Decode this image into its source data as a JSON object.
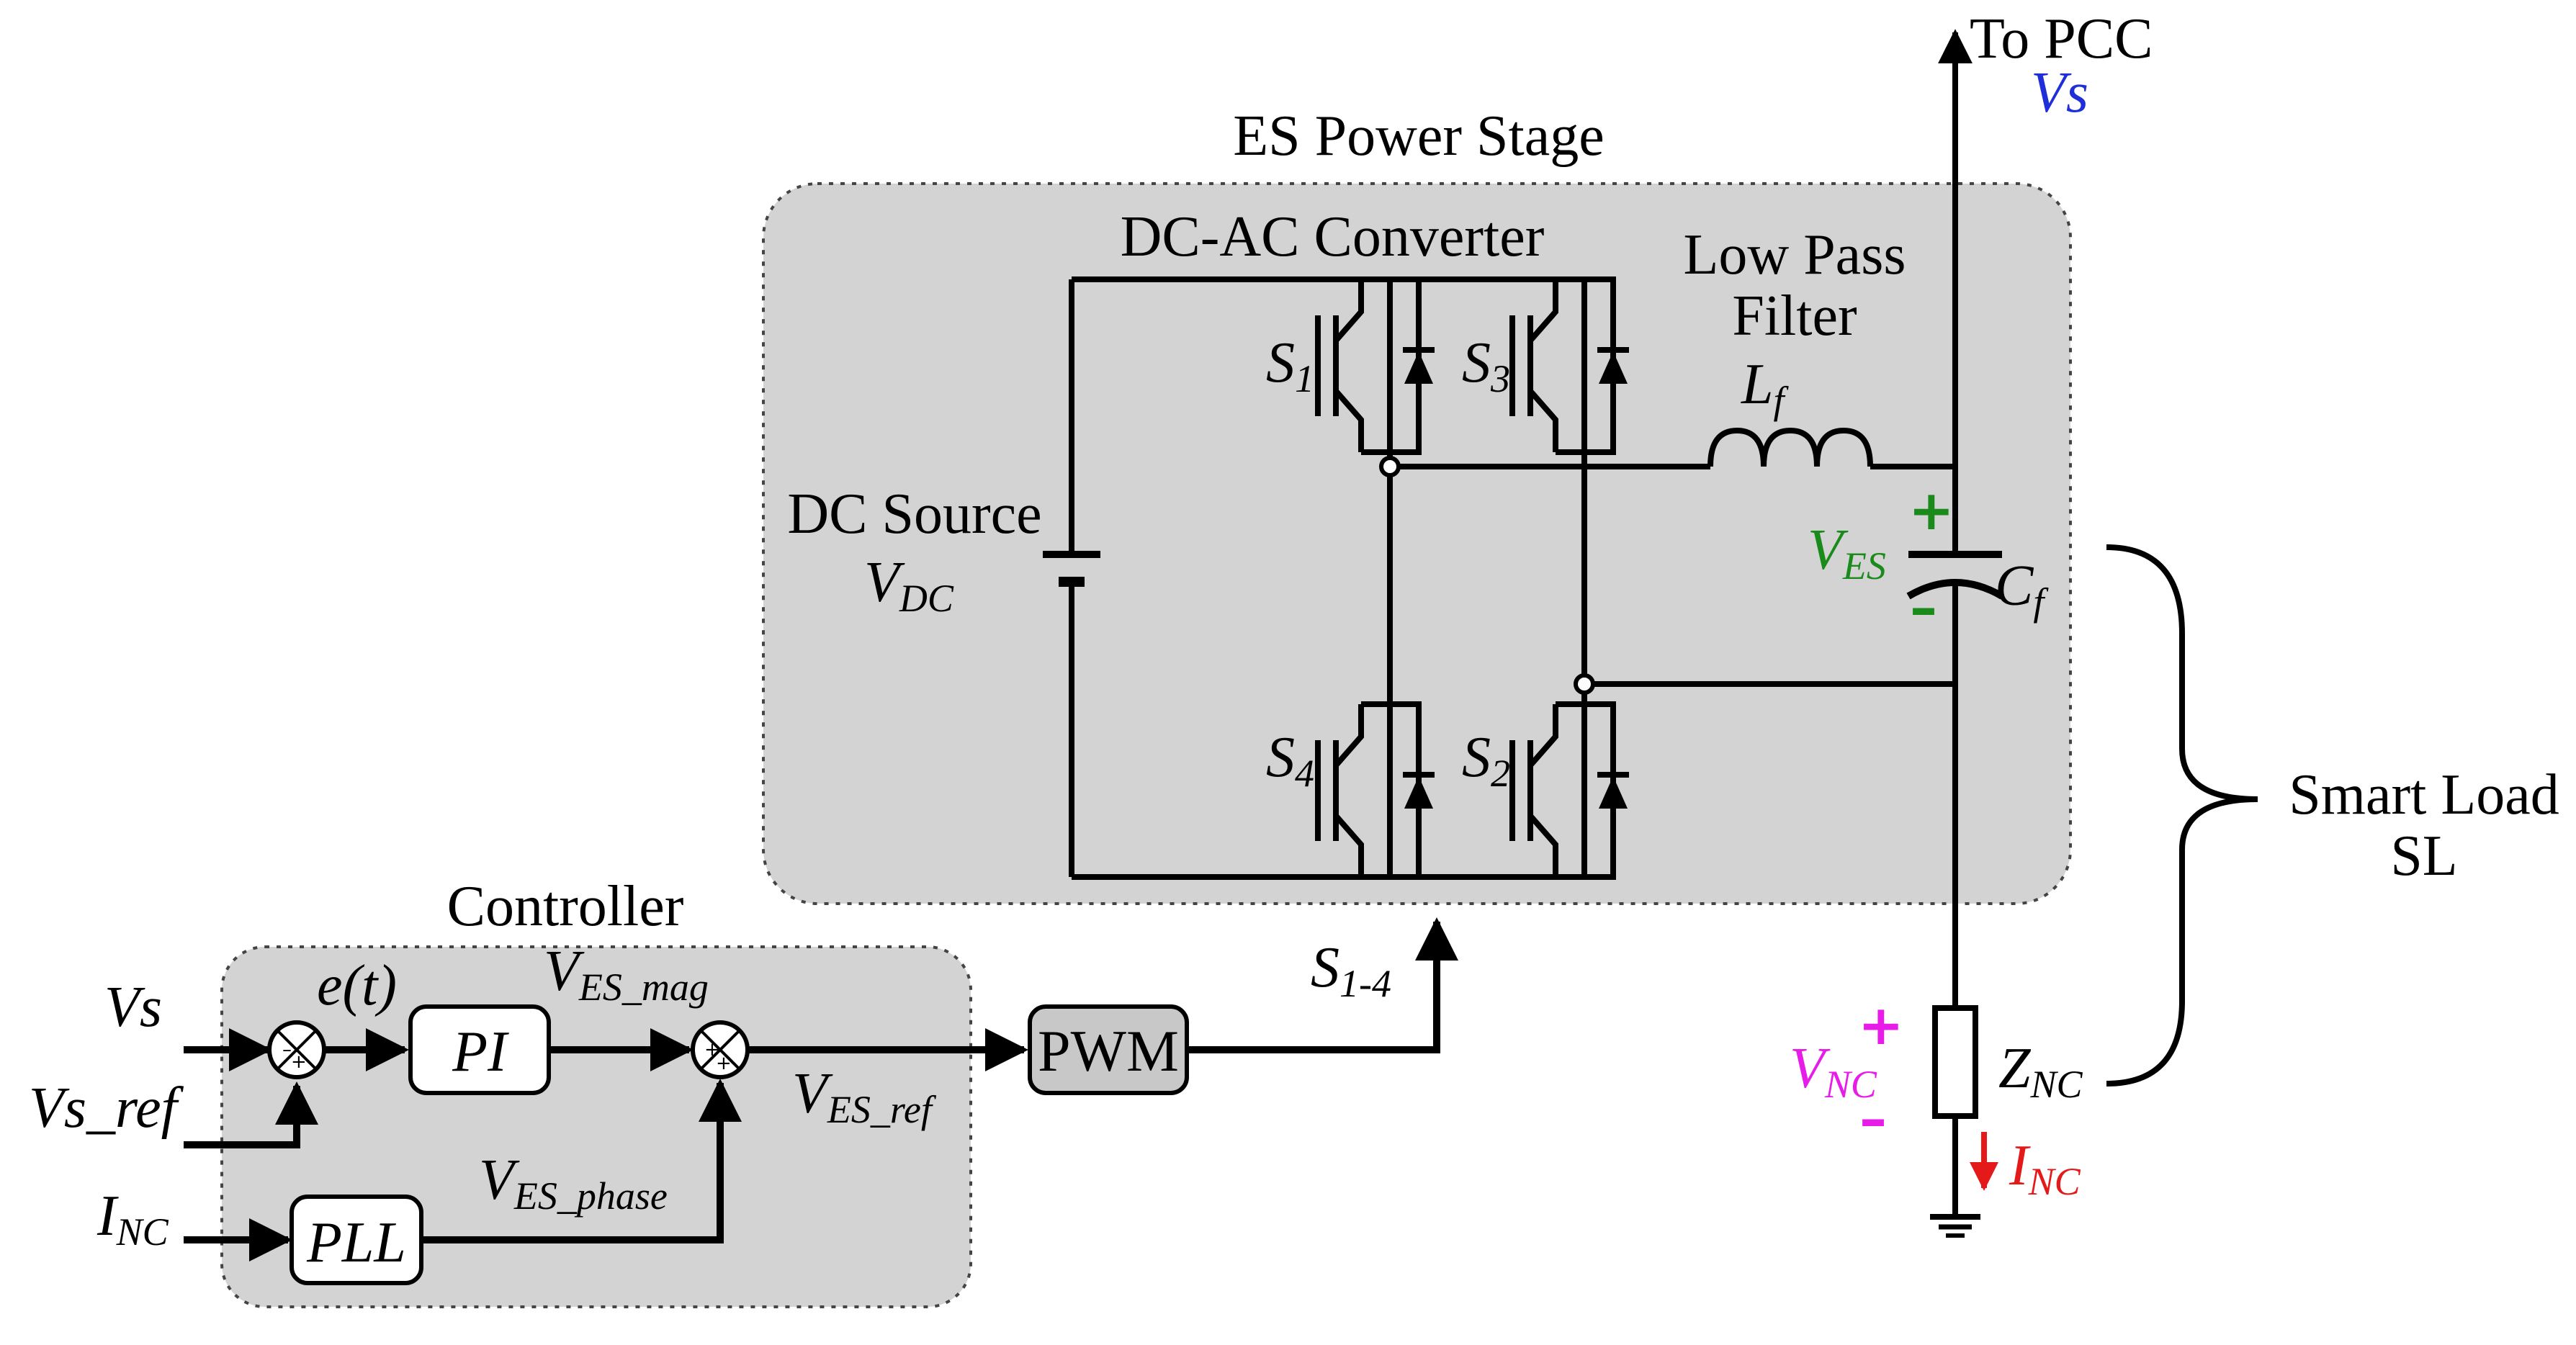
{
  "diagram": {
    "power_stage": {
      "title": "ES Power Stage",
      "converter_label": "DC-AC Converter",
      "filter_label_line1": "Low Pass",
      "filter_label_line2": "Filter",
      "inductor": {
        "main": "L",
        "sub": "f"
      },
      "capacitor": {
        "main": "C",
        "sub": "f"
      },
      "dc_source_label": "DC Source",
      "vdc": {
        "main": "V",
        "sub": "DC"
      },
      "switches": [
        {
          "main": "S",
          "sub": "1"
        },
        {
          "main": "S",
          "sub": "3"
        },
        {
          "main": "S",
          "sub": "4"
        },
        {
          "main": "S",
          "sub": "2"
        }
      ],
      "ves": {
        "main": "V",
        "sub": "ES",
        "color": "#1a8a1a"
      }
    },
    "pcc": {
      "label": "To PCC",
      "voltage": "Vs",
      "voltage_color": "#1f2fd8"
    },
    "smart_load": {
      "line1": "Smart Load",
      "line2": "SL"
    },
    "non_critical_load": {
      "impedance": {
        "main": "Z",
        "sub": "NC"
      },
      "voltage": {
        "main": "V",
        "sub": "NC",
        "color": "#e81ce8"
      },
      "current": {
        "main": "I",
        "sub": "NC",
        "color": "#e41a1a"
      }
    },
    "controller": {
      "title": "Controller",
      "inputs": {
        "vs": "Vs",
        "vs_ref": "Vs_ref",
        "inc": {
          "main": "I",
          "sub": "NC"
        }
      },
      "error_label": "e(t)",
      "pi_label": "PI",
      "pll_label": "PLL",
      "ves_mag": {
        "main": "V",
        "sub": "ES_mag"
      },
      "ves_phase": {
        "main": "V",
        "sub": "ES_phase"
      },
      "ves_ref": {
        "main": "V",
        "sub": "ES_ref"
      }
    },
    "pwm_label": "PWM",
    "gate_signal": {
      "main": "S",
      "sub": "1-4"
    },
    "colors": {
      "panel_fill": "#d3d3d3",
      "pwm_fill": "#c8c8c8",
      "wire": "#000000"
    }
  }
}
